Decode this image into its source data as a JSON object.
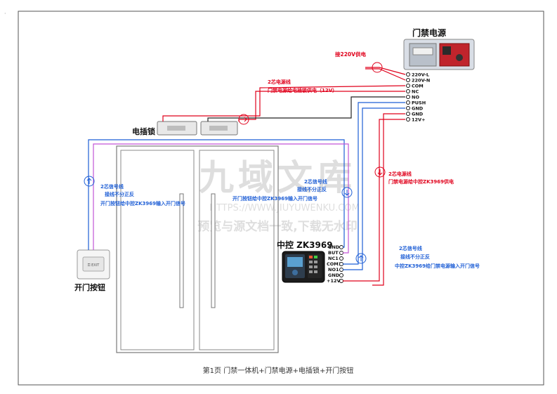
{
  "caption": "第1页  门禁一体机+门禁电源+电插锁+开门按钮",
  "components": {
    "psu": {
      "title": "门禁电源"
    },
    "lock": {
      "title": "电插锁"
    },
    "controller": {
      "title": "中控 ZK3969"
    },
    "exit_button": {
      "title": "开门按钮"
    }
  },
  "psu_terminals": [
    "220V-L",
    "220V-N",
    "COM",
    "NC",
    "NO",
    "PUSH",
    "GND",
    "GND",
    "12V+"
  ],
  "controller_terminals": [
    "GND",
    "BUT",
    "NC1",
    "COM1",
    "NO1",
    "GND",
    "+12V"
  ],
  "annotations": {
    "ac_input": "接220V供电",
    "lock_power": [
      "2芯电源线",
      "门禁电源给电插锁供电（12V）"
    ],
    "controller_power": [
      "2芯电源线",
      "门禁电源给中控ZK3969供电"
    ],
    "button_signal": [
      "2芯信号线",
      "接线不分正反",
      "开门按钮给中控ZK3969输入开门信号"
    ],
    "controller_signal": [
      "2芯信号线",
      "接线不分正反",
      "开门按钮给中控ZK3969输入开门信号"
    ],
    "psu_signal": [
      "2芯信号线",
      "接线不分正反",
      "中控ZK3969给门禁电源输入开门信号"
    ]
  },
  "watermark": [
    "九域文库",
    "HTTPS://WWW.JIUYUWENKU.COM",
    "预览与源文档一致,下载无水印"
  ],
  "colors": {
    "power": "#e0001b",
    "signal": "#1f5fd6",
    "purple": "#c255d6",
    "wire": "#222222"
  }
}
